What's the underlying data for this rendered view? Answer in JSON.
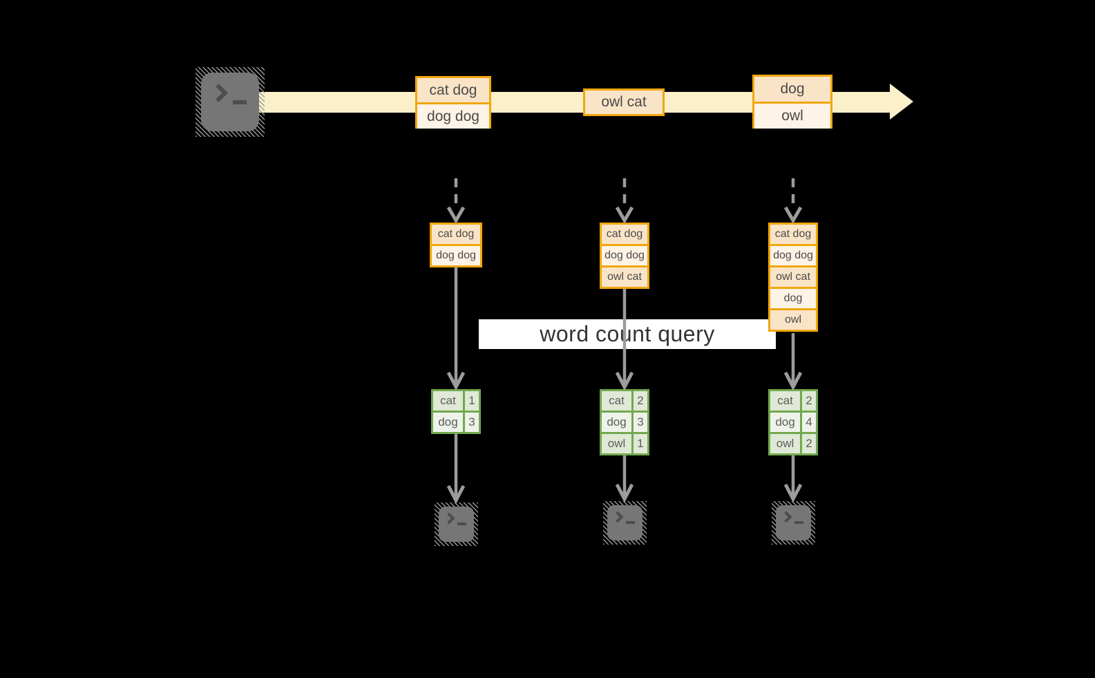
{
  "diagram": {
    "query_label": "word count query",
    "stream": {
      "source_icon": "terminal-icon",
      "events": [
        {
          "line1": "cat dog",
          "line2": "dog dog"
        },
        {
          "line1": "owl cat"
        },
        {
          "line1": "dog",
          "line2": "owl"
        }
      ]
    },
    "columns": [
      {
        "batch": [
          "cat dog",
          "dog dog"
        ],
        "counts": [
          {
            "word": "cat",
            "value": "1"
          },
          {
            "word": "dog",
            "value": "3"
          }
        ],
        "sink_icon": "terminal-icon"
      },
      {
        "batch": [
          "cat dog",
          "dog dog",
          "owl cat"
        ],
        "counts": [
          {
            "word": "cat",
            "value": "2"
          },
          {
            "word": "dog",
            "value": "3"
          },
          {
            "word": "owl",
            "value": "1"
          }
        ],
        "sink_icon": "terminal-icon"
      },
      {
        "batch": [
          "cat dog",
          "dog dog",
          "owl cat",
          "dog",
          "owl"
        ],
        "counts": [
          {
            "word": "cat",
            "value": "2"
          },
          {
            "word": "dog",
            "value": "4"
          },
          {
            "word": "owl",
            "value": "2"
          }
        ],
        "sink_icon": "terminal-icon"
      }
    ],
    "colors": {
      "background": "#000000",
      "stream_band": "#fcf0ca",
      "event_border": "#f0a70a",
      "event_fill_dark": "#fae4c8",
      "event_fill_light": "#fdf3e6",
      "table_border": "#72a84e",
      "table_fill_dark": "#e0e9d6",
      "table_fill_light": "#eef3ea",
      "arrow_gray": "#9c9c9c",
      "terminal_gray": "#767676",
      "query_band": "#ffffff"
    }
  }
}
